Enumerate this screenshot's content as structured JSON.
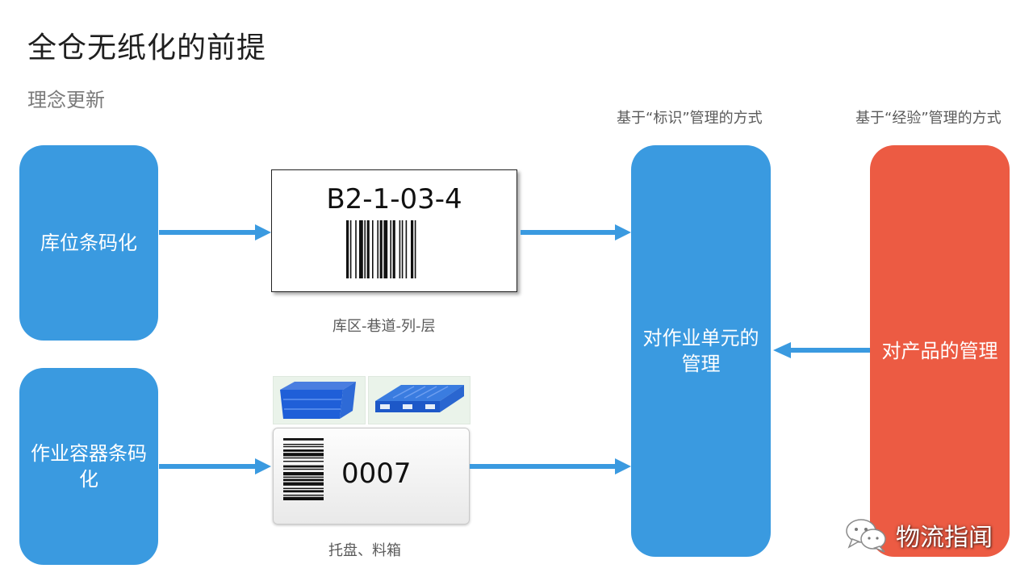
{
  "page": {
    "title": "全仓无纸化的前提",
    "subtitle": "理念更新"
  },
  "captions": {
    "identification_mode": "基于“标识”管理的方式",
    "experience_mode": "基于“经验”管理的方式",
    "location_format": "库区-巷道-列-层",
    "container_types": "托盘、料箱"
  },
  "boxes": {
    "location_barcode": "库位条码化",
    "container_barcode": "作业容器条码化",
    "unit_management": "对作业单元的管理",
    "product_management": "对产品的管理"
  },
  "samples": {
    "location_code": "B2-1-03-4",
    "container_code": "0007"
  },
  "watermark": {
    "text": "物流指闻",
    "icon": "wechat-icon"
  },
  "colors": {
    "blue_box": "#3a9ae0",
    "red_box": "#ec5b43",
    "arrow": "#3a9ae0"
  }
}
